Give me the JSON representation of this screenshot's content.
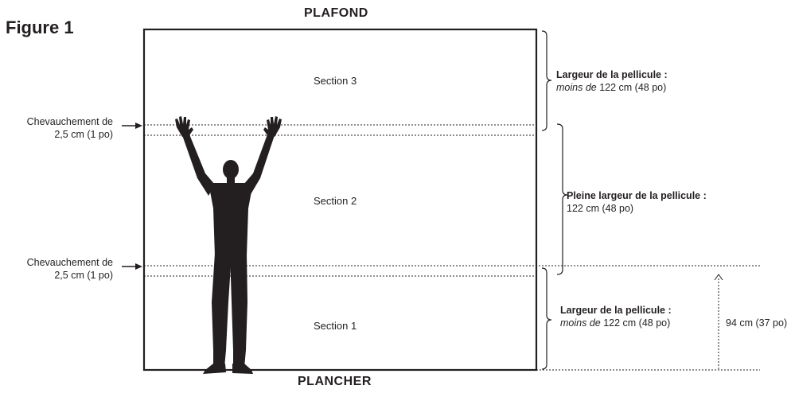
{
  "figure_label": "Figure 1",
  "ceiling": "PLAFOND",
  "floor": "PLANCHER",
  "sections": [
    {
      "label": "Section 3"
    },
    {
      "label": "Section 2"
    },
    {
      "label": "Section 1"
    }
  ],
  "overlaps": [
    {
      "line1": "Chevauchement de",
      "line2": "2,5 cm (1 po)"
    },
    {
      "line1": "Chevauchement de",
      "line2": "2,5 cm (1 po)"
    }
  ],
  "widths": [
    {
      "title": "Largeur de la pellicule :",
      "prefix": "moins de",
      "value": " 122 cm (48 po)"
    },
    {
      "title": "Pleine largeur de la pellicule :",
      "value": "122 cm (48 po)"
    },
    {
      "title": "Largeur de la pellicule :",
      "prefix": "moins de",
      "value": " 122 cm (48 po)"
    }
  ],
  "height_marker": "94 cm (37 po)",
  "colors": {
    "ink": "#231f20"
  }
}
